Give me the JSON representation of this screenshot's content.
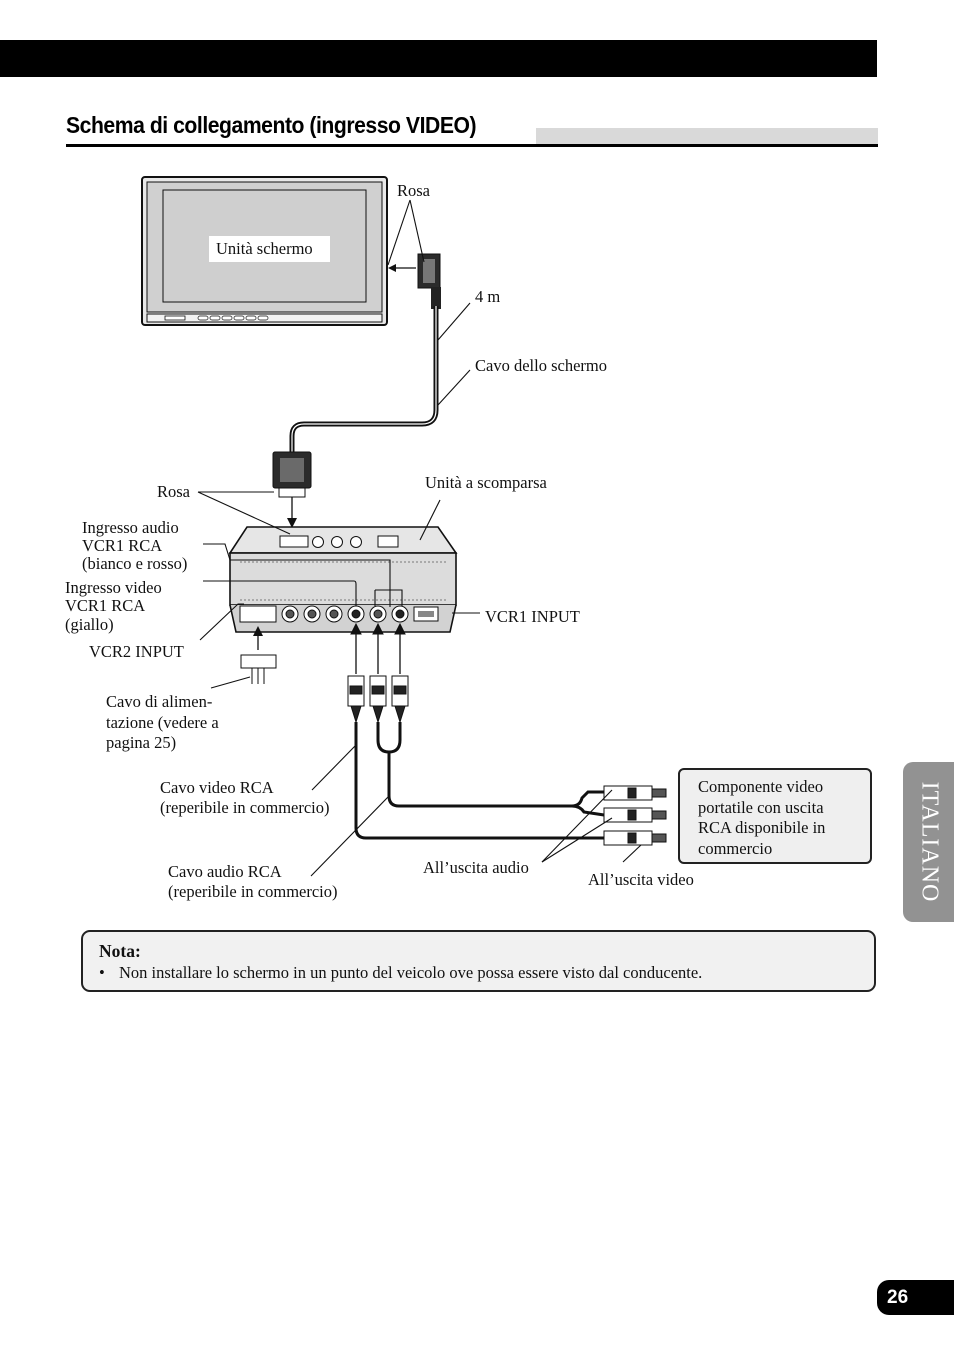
{
  "header": {
    "section_title": "Schema di collegamento (ingresso VIDEO)"
  },
  "diagram": {
    "screen_label": "Unità schermo",
    "rosa_top": "Rosa",
    "cable_length": "4 m",
    "screen_cable": "Cavo dello schermo",
    "rosa_mid": "Rosa",
    "hideaway_unit": "Unità a scomparsa",
    "audio_input": [
      "Ingresso audio",
      "VCR1 RCA",
      "(bianco e rosso)"
    ],
    "video_input": [
      "Ingresso video",
      "VCR1 RCA",
      "(giallo)"
    ],
    "vcr2_input": "VCR2 INPUT",
    "vcr1_input": "VCR1 INPUT",
    "power_cable": [
      "Cavo di alimen-",
      "tazione (vedere a",
      "pagina 25)"
    ],
    "rca_video_cable": [
      "Cavo video RCA",
      "(reperibile in commercio)"
    ],
    "rca_audio_cable": [
      "Cavo audio RCA",
      "(reperibile in commercio)"
    ],
    "audio_out": "All’uscita audio",
    "video_out": "All’uscita video",
    "component_box": [
      "Componente video",
      "portatile con uscita",
      "RCA disponibile in",
      "commercio"
    ]
  },
  "note": {
    "title": "Nota:",
    "bullet": "•",
    "items": [
      "Non installare lo schermo in un punto del veicolo ove possa essere visto dal conducente."
    ]
  },
  "side_tab": "ITALIANO",
  "page_number": "26"
}
